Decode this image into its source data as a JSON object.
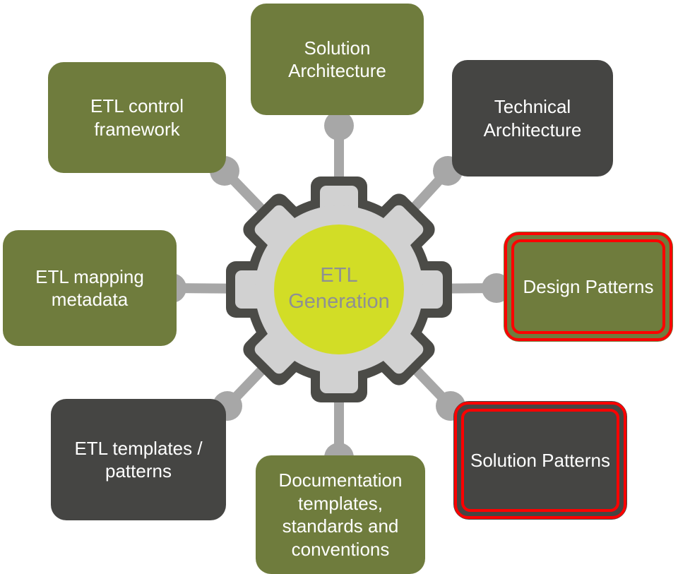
{
  "title": "ETL Generation diagram",
  "center": {
    "label": "ETL Generation"
  },
  "nodes": [
    {
      "id": "solution-architecture",
      "label": "Solution Architecture",
      "color": "green",
      "highlight": false
    },
    {
      "id": "technical-architecture",
      "label": "Technical Architecture",
      "color": "dark",
      "highlight": false
    },
    {
      "id": "design-patterns",
      "label": "Design Patterns",
      "color": "green",
      "highlight": true
    },
    {
      "id": "solution-patterns",
      "label": "Solution Patterns",
      "color": "dark",
      "highlight": true
    },
    {
      "id": "documentation-templates",
      "label": "Documentation templates, standards and conventions",
      "color": "green",
      "highlight": false
    },
    {
      "id": "etl-templates-patterns",
      "label": "ETL templates / patterns",
      "color": "dark",
      "highlight": false
    },
    {
      "id": "etl-mapping-metadata",
      "label": "ETL mapping metadata",
      "color": "green",
      "highlight": false
    },
    {
      "id": "etl-control-framework",
      "label": "ETL control framework",
      "color": "green",
      "highlight": false
    }
  ],
  "colors": {
    "green": "#6f7c3d",
    "dark": "#454543",
    "gear_outline": "#4b4b47",
    "gear_body": "#d1d1d1",
    "hub": "#d2dd26",
    "spoke": "#a7a7a7",
    "highlight": "#ff0000",
    "text": "#ffffff",
    "center_text": "#8e9093"
  }
}
